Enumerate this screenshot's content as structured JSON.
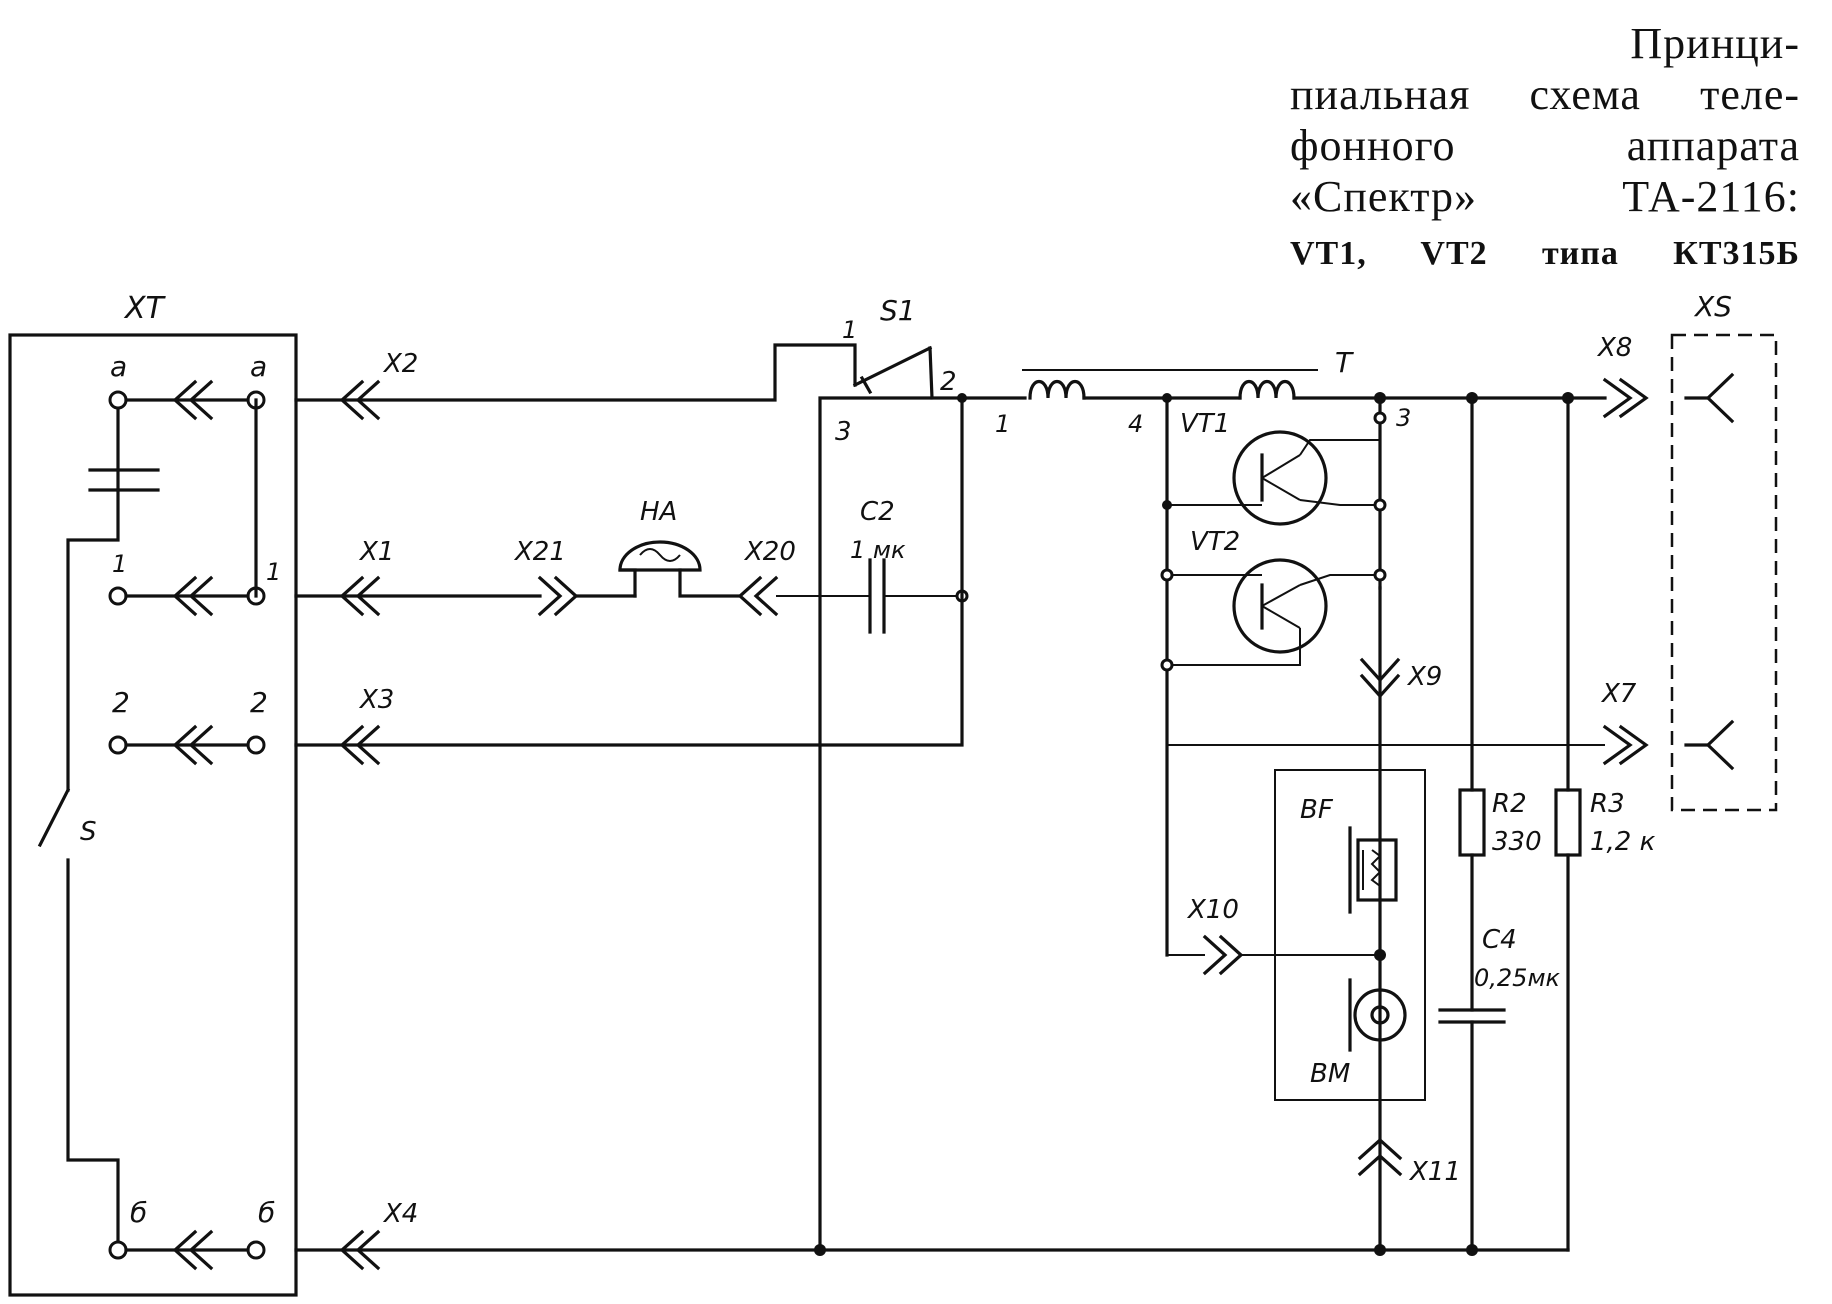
{
  "caption": {
    "lines": [
      "Принци-",
      "пиальная схема теле-",
      "фонного аппарата",
      "«Спектр» ТА-2116:"
    ],
    "note": "VT1, VT2 типа КТ315Б"
  },
  "labels": {
    "xt": "XT",
    "xs": "XS",
    "s1": "S1",
    "t": "T",
    "s": "S",
    "vt1": "VT1",
    "vt2": "VT2",
    "ha": "HA",
    "bf": "BF",
    "bm": "BM",
    "c2_name": "C2",
    "c2_value": "1 мк",
    "c4_name": "C4",
    "c4_value": "0,25мк",
    "r2_name": "R2",
    "r2_value": "330",
    "r3_name": "R3",
    "r3_value": "1,2 к"
  },
  "terminals": {
    "xt_a_left": "a",
    "xt_a_right": "a",
    "xt_1_left": "1",
    "xt_1_right": "1",
    "xt_2_left": "2",
    "xt_2_right": "2",
    "xt_b_left": "б",
    "xt_b_right": "б"
  },
  "connectors": {
    "x1": "X1",
    "x2": "X2",
    "x3": "X3",
    "x4": "X4",
    "x7": "X7",
    "x8": "X8",
    "x9": "X9",
    "x10": "X10",
    "x11": "X11",
    "x20": "X20",
    "x21": "X21"
  },
  "pins": {
    "s1_pin1": "1",
    "s1_pin2": "2",
    "s1_pin3": "3",
    "t_pin1": "1",
    "t_pin3": "3",
    "t_pin4": "4"
  }
}
